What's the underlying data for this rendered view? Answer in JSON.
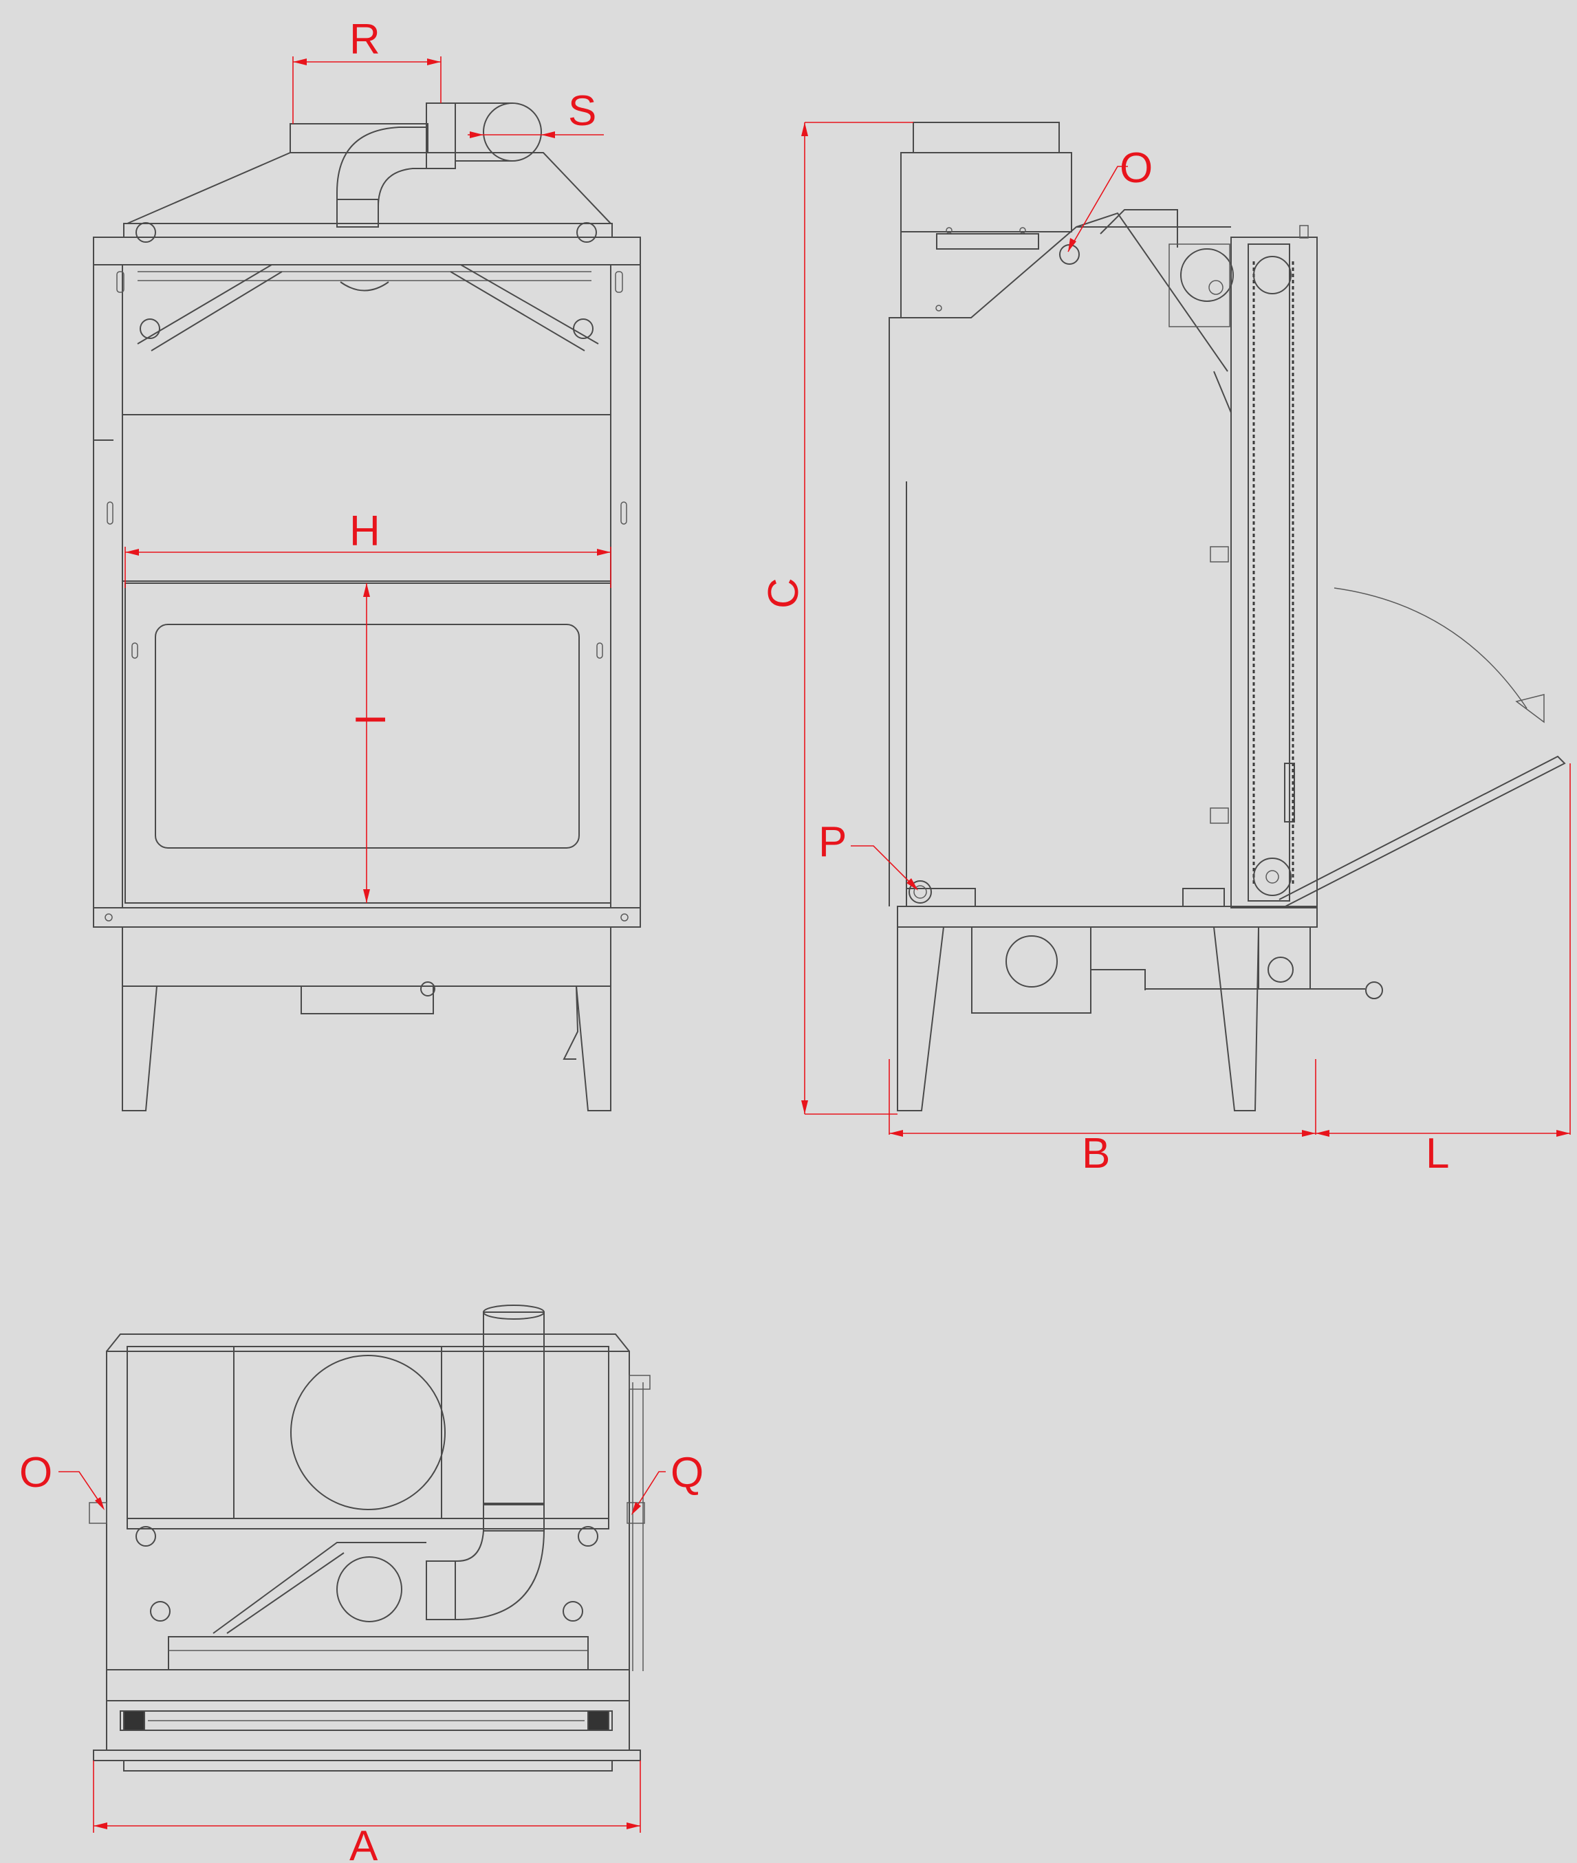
{
  "dimension_labels": {
    "R": "R",
    "S": "S",
    "H": "H",
    "I": "I",
    "C": "C",
    "O_side": "O",
    "P": "P",
    "B": "B",
    "L": "L",
    "O_top": "O",
    "Q": "Q",
    "A": "A"
  },
  "colors": {
    "background": "#dcdcdc",
    "linework": "#4a4a4a",
    "dimension": "#e8141c"
  },
  "views": [
    "front-view",
    "side-view",
    "top-view"
  ]
}
